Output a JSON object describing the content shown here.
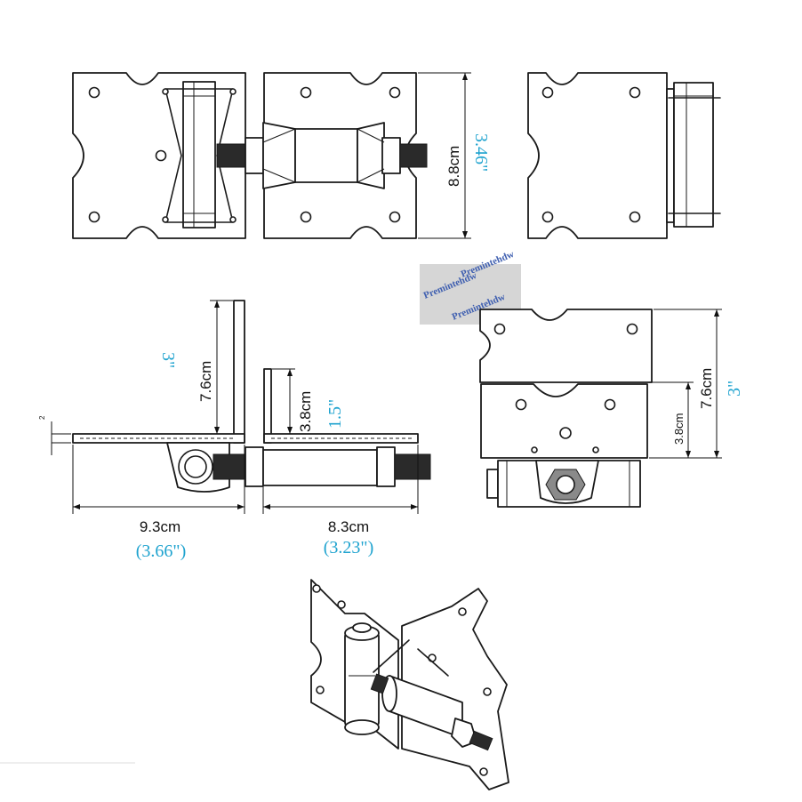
{
  "dimensions": {
    "top_height_cm": "8.8cm",
    "top_height_in": "3.46\"",
    "side_tall_cm": "7.6cm",
    "side_tall_in": "3\"",
    "side_short_cm": "3.8cm",
    "side_short_in": "1.5\"",
    "thickness": "2",
    "width_left_cm": "9.3cm",
    "width_left_in": "(3.66\")",
    "width_right_cm": "8.3cm",
    "width_right_in": "(3.23\")",
    "right_tall_cm": "7.6cm",
    "right_tall_in": "3\"",
    "right_short_cm": "3.8cm"
  },
  "watermark": {
    "brand": "Premintehdw"
  },
  "colors": {
    "ink": "#1a1a1a",
    "inch_text": "#1fa3cf",
    "watermark_bg": "#d6d6d6",
    "watermark_text": "#3f5fb0"
  }
}
